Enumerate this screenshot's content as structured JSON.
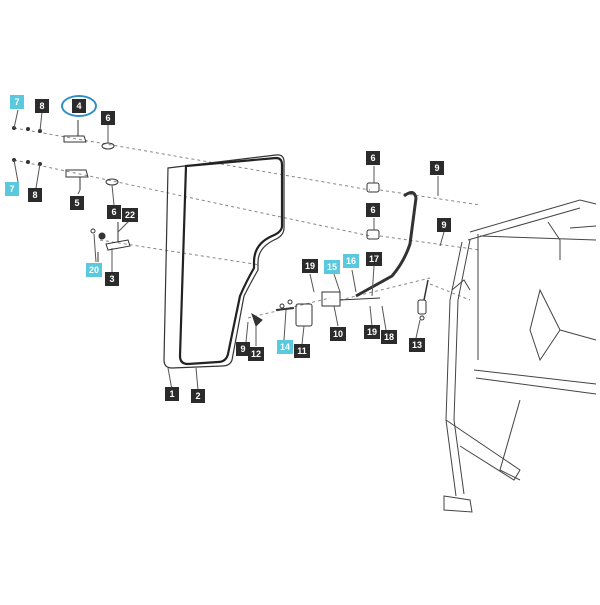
{
  "colors": {
    "label_dark": "#2b2b2b",
    "label_cyan": "#5bc9dd",
    "highlight": "#2f8fc4",
    "line": "#333333"
  },
  "highlighted_part": "4",
  "callouts": {
    "c7a": "7",
    "c8a": "8",
    "c4": "4",
    "c6a": "6",
    "c7b": "7",
    "c8b": "8",
    "c5": "5",
    "c6b": "6",
    "c22": "22",
    "c20": "20",
    "c3": "3",
    "c1": "1",
    "c2": "2",
    "c6c": "6",
    "c6d": "6",
    "c9a": "9",
    "c9b": "9",
    "c19a": "19",
    "c15": "15",
    "c16": "16",
    "c17": "17",
    "c9c": "9",
    "c12": "12",
    "c14": "14",
    "c11": "11",
    "c10": "10",
    "c19b": "19",
    "c18": "18",
    "c13": "13"
  }
}
